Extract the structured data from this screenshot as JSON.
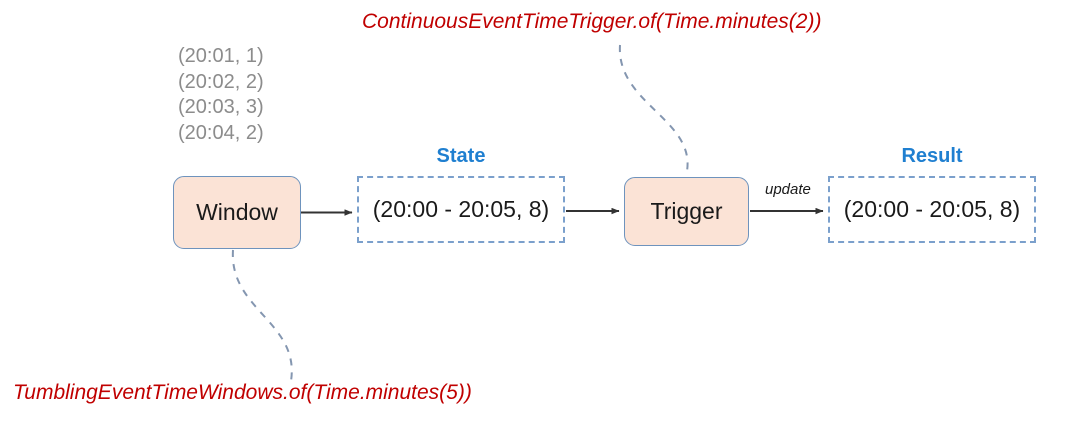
{
  "diagram": {
    "title": "Flink windowing: window, state, trigger, result",
    "colors": {
      "box_fill": "#fbe3d6",
      "box_border": "#6e93bd",
      "dashed_border": "#7ba0cc",
      "caption_blue": "#1f7fd0",
      "annotation_red": "#c00000",
      "event_gray": "#8c8c8c",
      "arrow": "#333333",
      "connector": "#8496b0"
    },
    "events": {
      "name": "input-events",
      "rows": [
        "(20:01, 1)",
        "(20:02, 2)",
        "(20:03, 3)",
        "(20:04, 2)"
      ]
    },
    "nodes": {
      "window": {
        "label": "Window"
      },
      "trigger": {
        "label": "Trigger"
      },
      "state": {
        "caption": "State",
        "value": "(20:00 - 20:05, 8)"
      },
      "result": {
        "caption": "Result",
        "value": "(20:00 - 20:05, 8)"
      }
    },
    "edges": {
      "window_to_state": "",
      "state_to_trigger": "",
      "trigger_to_result": "update"
    },
    "annotations": {
      "trigger_code": "ContinuousEventTimeTrigger.of(Time.minutes(2))",
      "window_code": "TumblingEventTimeWindows.of(Time.minutes(5))"
    }
  }
}
